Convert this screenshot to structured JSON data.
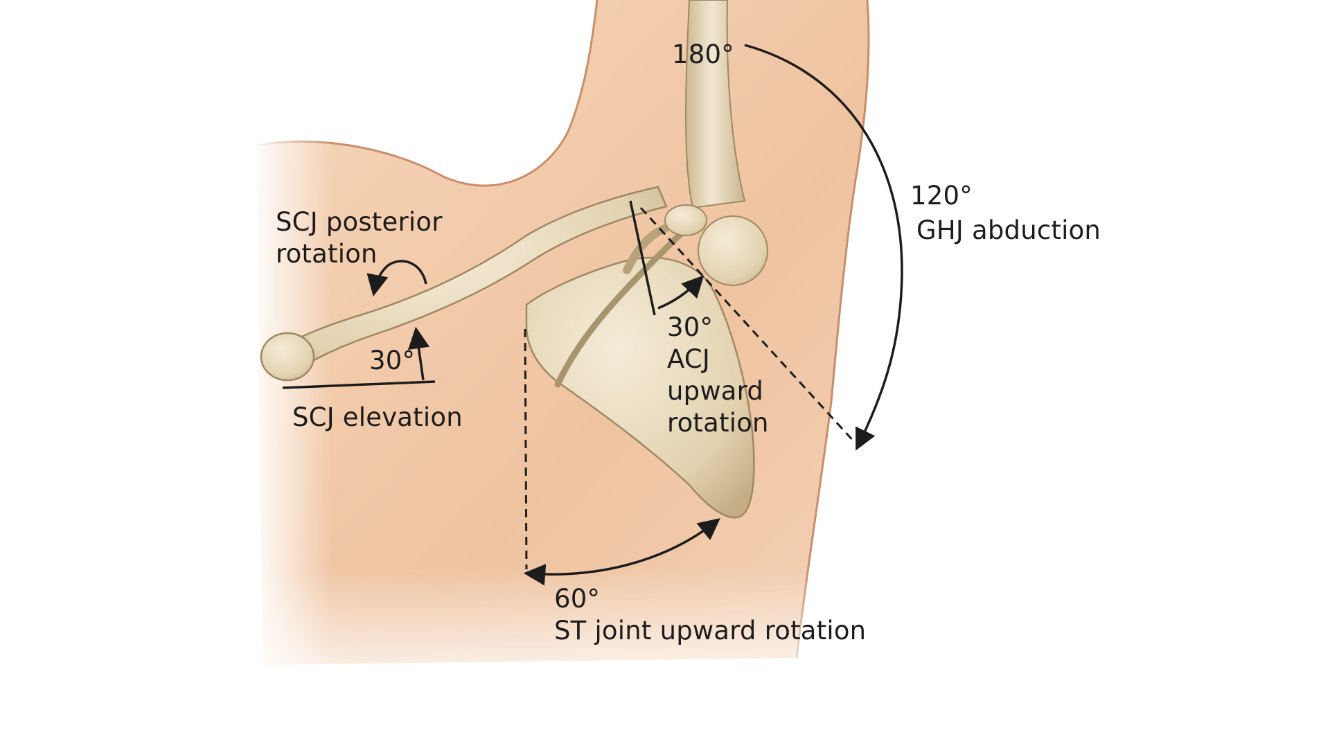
{
  "colors": {
    "skin": "#f1c9a6",
    "skin_shadow": "#dca27c",
    "bone": "#e9dcc0",
    "bone_shadow": "#b6a27c",
    "ink": "#1c1c1c"
  },
  "annotations": {
    "ghj_total": {
      "angle": "180°"
    },
    "ghj_abduction": {
      "angle": "120°",
      "name": "GHJ abduction"
    },
    "scj_posterior_rotation": {
      "line1": "SCJ posterior",
      "line2": "rotation"
    },
    "scj_elevation": {
      "angle": "30°",
      "name": "SCJ elevation"
    },
    "acj_upward_rotation": {
      "angle": "30°",
      "line1": "ACJ",
      "line2": "upward",
      "line3": "rotation"
    },
    "st_joint_upward_rotation": {
      "angle": "60°",
      "name": "ST joint upward rotation"
    }
  }
}
